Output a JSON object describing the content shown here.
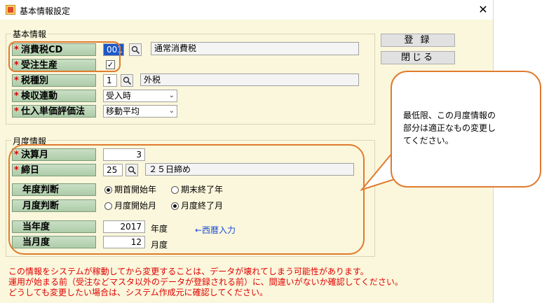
{
  "window": {
    "title": "基本情報設定",
    "close_label": "✕"
  },
  "groups": {
    "basic": "基本情報",
    "monthly": "月度情報"
  },
  "required_mark": "*",
  "fields": {
    "tax_cd": {
      "label": "消費税CD",
      "value": "001",
      "name": "通常消費税"
    },
    "order_production": {
      "label": "受注生産",
      "checked": true,
      "check_glyph": "✓"
    },
    "tax_type": {
      "label": "税種別",
      "value": "1",
      "name": "外税"
    },
    "inspection_link": {
      "label": "検収連動",
      "selected": "受入時"
    },
    "cost_method": {
      "label": "仕入単価評価法",
      "selected": "移動平均"
    },
    "closing_month": {
      "label": "決算月",
      "value": "3"
    },
    "cutoff_day": {
      "label": "締日",
      "value": "25",
      "name": "２５日締め"
    },
    "fiscal_year_judge": {
      "label": "年度判断",
      "options": [
        "期首開始年",
        "期末終了年"
      ],
      "selected_index": 0
    },
    "month_judge": {
      "label": "月度判断",
      "options": [
        "月度開始月",
        "月度終了月"
      ],
      "selected_index": 1
    },
    "current_year": {
      "label": "当年度",
      "value": "2017",
      "unit": "年度",
      "note": "←西暦入力"
    },
    "current_month": {
      "label": "当月度",
      "value": "12",
      "unit": "月度"
    }
  },
  "buttons": {
    "register": "登 録",
    "close": "閉じる"
  },
  "warnings": [
    "この情報をシステムが稼動してから変更することは、データが壊れてしまう可能性があります。",
    "運用が始まる前（受注などマスタ以外のデータが登録される前）に、間違いがないか確認してください。",
    "どうしても変更したい場合は、システム作成元に確認してください。"
  ],
  "callout": {
    "lines": [
      "最低限、この月度情報の",
      "部分は適正なもの変更し",
      "てください。"
    ]
  },
  "colors": {
    "form_bg": "#fbf7dc",
    "label_bg": "#aecca9",
    "required": "#e00000",
    "highlight": "#e07a2e",
    "note_blue": "#1a4bd8"
  }
}
